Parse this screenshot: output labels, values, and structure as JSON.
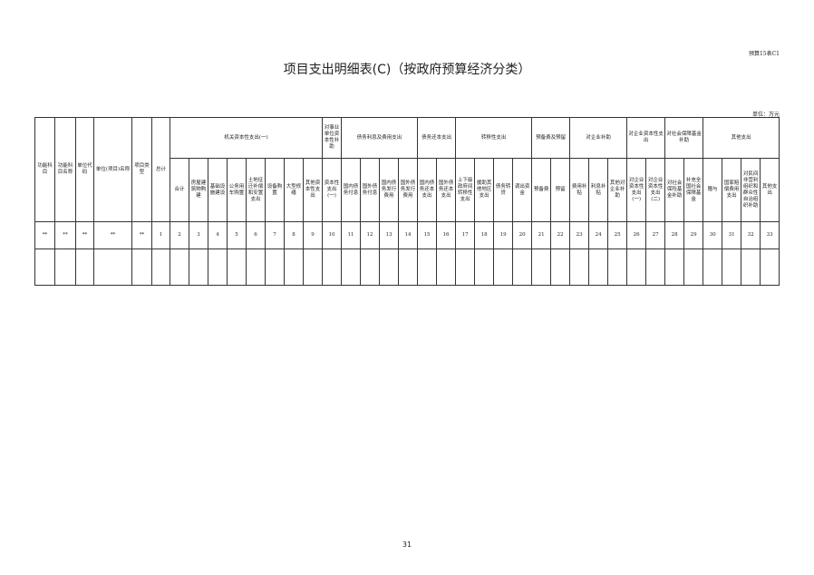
{
  "form_code": "预算15表C1",
  "title": "项目支出明细表(C)（按政府预算经济分类）",
  "unit": "单位：万元",
  "fixed_headers": [
    "功能科目",
    "功能科目名称",
    "单位代码",
    "单位(项目)名称",
    "项目类型",
    "总计"
  ],
  "groups": [
    {
      "label": "机关资本性支出(一)",
      "cols": [
        "合计",
        "房屋建筑物购建",
        "基础设施建设",
        "公务用车购置",
        "土地征迁补偿和安置支出",
        "设备购置",
        "大型修缮",
        "其他资本性支出"
      ]
    },
    {
      "label": "对事业单位资本性补助",
      "cols": [
        "资本性支出(一)"
      ]
    },
    {
      "label": "债务利息及费用支出",
      "cols": [
        "国内债务付息",
        "国外债务付息",
        "国内债务发行费用",
        "国外债务发行费用"
      ]
    },
    {
      "label": "债务还本支出",
      "cols": [
        "国内债务还本支出",
        "国外债务还本支出"
      ]
    },
    {
      "label": "转移性支出",
      "cols": [
        "上下级政府间转移性支出",
        "援助其他地区支出",
        "债务转贷",
        "调出资金"
      ]
    },
    {
      "label": "预备费及预留",
      "cols": [
        "预备费",
        "预留"
      ]
    },
    {
      "label": "对企业补助",
      "cols": [
        "费用补贴",
        "利息补贴",
        "其他对企业补助"
      ]
    },
    {
      "label": "对企业资本性支出",
      "cols": [
        "对企业资本性支出(一)",
        "对企业资本性支出(二)"
      ]
    },
    {
      "label": "对社会保障基金补助",
      "cols": [
        "对社会保险基金补助",
        "补充全国社会保障基金"
      ]
    },
    {
      "label": "其他支出",
      "cols": [
        "赠与",
        "国家赔偿费用支出",
        "对民间非营利组织和群众性自治组织补助",
        "其他支出"
      ]
    }
  ],
  "index_row": [
    "**",
    "**",
    "**",
    "**",
    "**",
    "1",
    "2",
    "3",
    "4",
    "5",
    "6",
    "7",
    "8",
    "9",
    "10",
    "11",
    "12",
    "13",
    "14",
    "15",
    "16",
    "17",
    "18",
    "19",
    "20",
    "21",
    "22",
    "23",
    "24",
    "25",
    "26",
    "27",
    "28",
    "29",
    "30",
    "31",
    "32",
    "33"
  ],
  "page_number": "31"
}
